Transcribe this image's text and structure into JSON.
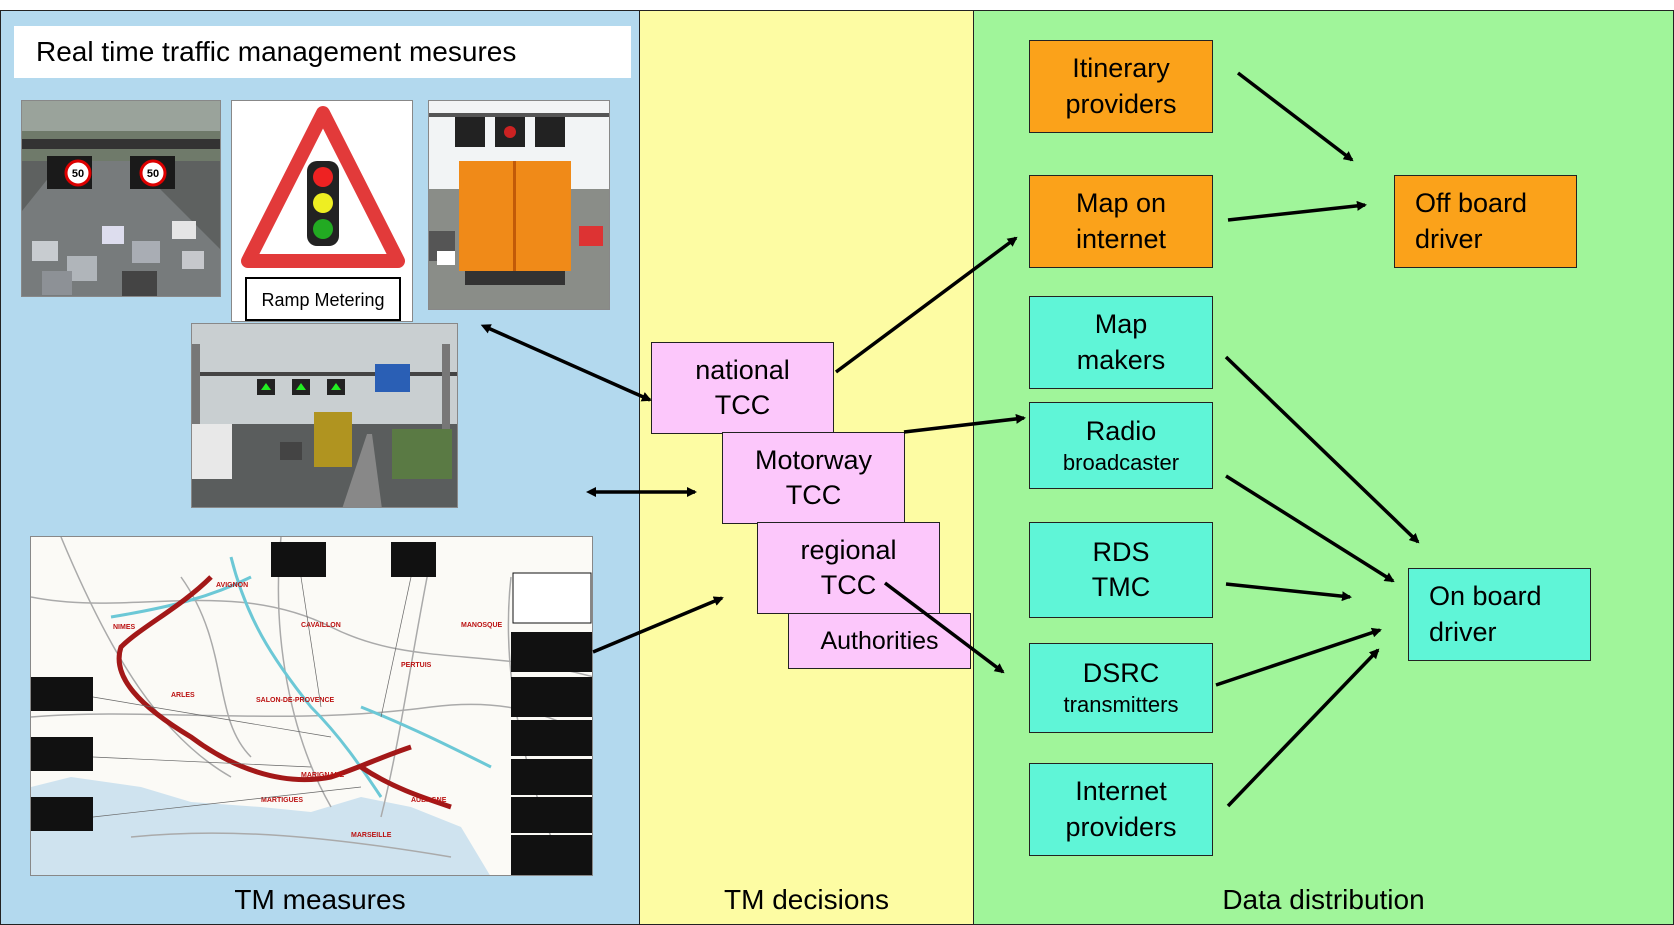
{
  "columns": {
    "tm_measures": "TM measures",
    "tm_decisions": "TM decisions",
    "data_distribution": "Data distribution"
  },
  "title": "Real time traffic management mesures",
  "ramp_metering_sign": "Ramp Metering",
  "speed_signs": [
    "50",
    "50"
  ],
  "tcc": {
    "national": [
      "national",
      "TCC"
    ],
    "motorway": [
      "Motorway",
      "TCC"
    ],
    "regional": [
      "regional",
      "TCC"
    ],
    "authorities": "Authorities"
  },
  "providers": {
    "itinerary": [
      "Itinerary",
      "providers"
    ],
    "map_internet": [
      "Map on",
      "internet"
    ],
    "off_board": [
      "Off board",
      "driver"
    ],
    "map_makers": [
      "Map",
      "makers"
    ],
    "radio": [
      "Radio",
      "broadcaster"
    ],
    "rds": [
      "RDS",
      "TMC"
    ],
    "dsrc": [
      "DSRC",
      "transmitters"
    ],
    "internet": [
      "Internet",
      "providers"
    ],
    "on_board": [
      "On board",
      "driver"
    ]
  },
  "colors": {
    "left_bg": "#b3d9ee",
    "mid_bg": "#fdfca3",
    "right_bg": "#a0f59a",
    "pink": "#fcc7fb",
    "orange": "#fba21a",
    "teal": "#5ff5d7"
  }
}
